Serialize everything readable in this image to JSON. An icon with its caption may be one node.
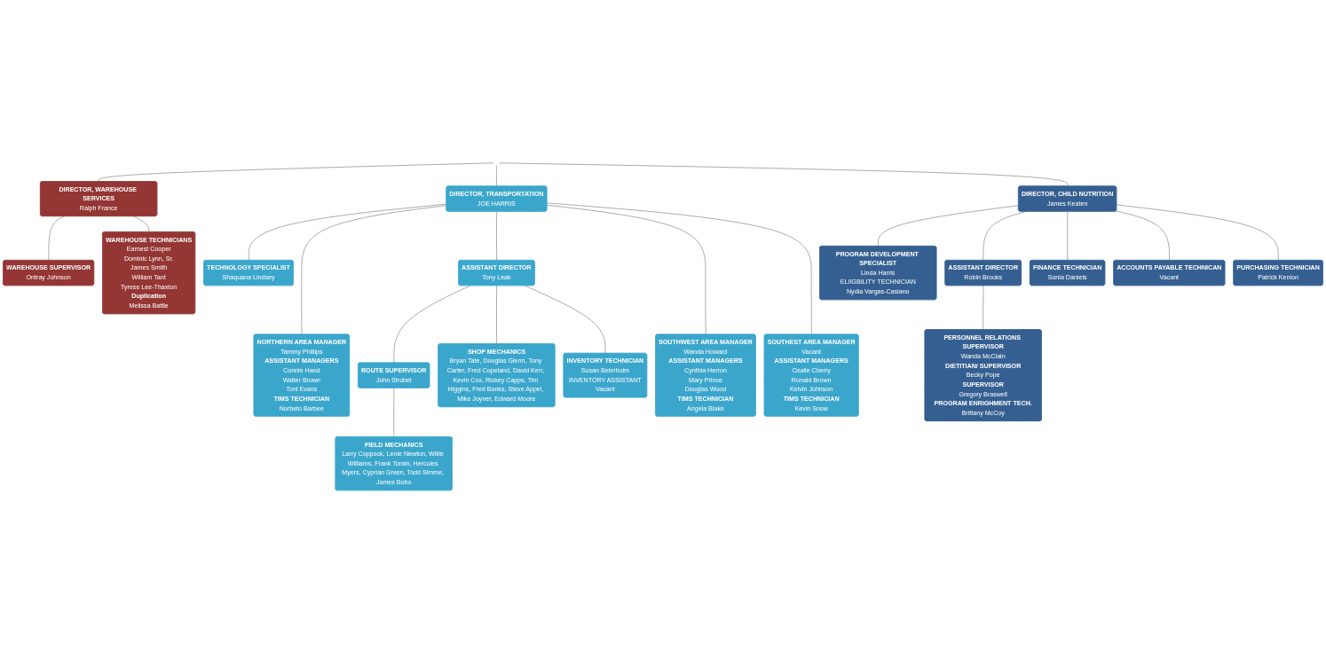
{
  "diagram": {
    "nodes": [
      {
        "text": [
          "DIRECTOR, WAREHOUSE SERVICES",
          "Ralph France"
        ]
      },
      {
        "text": [
          "WAREHOUSE SUPERVISOR",
          "Ontray Johnson"
        ]
      },
      {
        "text": [
          "WAREHOUSE TECHNICIANS",
          "Earnest Cooper",
          "Dominic Lynn, Sr.",
          "James Smith",
          "William Tant",
          "Tyrese Lee-Thaxton",
          "Duplication",
          "Melissa Battle"
        ]
      },
      {
        "text": [
          "DIRECTOR, TRANSPORTATION",
          "JOE HARRIS"
        ]
      },
      {
        "text": [
          "TECHNOLOGY SPECIALIST",
          "Shaquana Lindsey"
        ]
      },
      {
        "text": [
          "NORTHERN AREA MANAGER",
          "Tammy Phillips",
          "ASSISTANT MANAGERS",
          "Connie Hand",
          "Walter Brown",
          "Toni Evans",
          "TIMS TECHNICIAN",
          "Norbeto Barbee"
        ]
      },
      {
        "text": [
          "ASSISTANT DIRECTOR",
          "Tony Leak"
        ]
      },
      {
        "text": [
          "ROUTE SUPERVISOR",
          "John Strobel"
        ]
      },
      {
        "text": [
          "FIELD MECHANICS",
          "Larry Coppock, Lenie Newton, Willie Williams, Frank Torain, Hercules Myers, Cyprian Green, Todd Simme, James Bobo"
        ]
      },
      {
        "text": [
          "SHOP MECHANICS",
          "Bryan Tate, Douglas Glenn, Tony Carter, Fred Copeland, David Kerr, Kevin Cox, Rickey Capps, Tim Higgins, Fred Banks, Steve Appel, Mike Joyner, Edward Moore"
        ]
      },
      {
        "text": [
          "INVENTORY TECHNICIAN",
          "Susan Beierholm",
          "INVENTORY ASSISTANT",
          "Vacant"
        ]
      },
      {
        "text": [
          "SOUTHWEST AREA MANAGER",
          "Wanda Howard",
          "ASSISTANT MANAGERS",
          "Cynthia Herron",
          "Mary Prince",
          "Douglas Wood",
          "TIMS TECHNICIAN",
          "Angela Blake"
        ]
      },
      {
        "text": [
          "SOUTHEST AREA MANAGER",
          "Vacant",
          "ASSISTANT MANAGERS",
          "Ozalie Cherry",
          "Ronald Brown",
          "Kelvin Johnson",
          "TIMS TECHNICIAN",
          "Kevin Snow"
        ]
      },
      {
        "text": [
          "DIRECTOR, CHILD NUTRITION",
          "James Keaten"
        ]
      },
      {
        "text": [
          "PROGRAM DEVELOPMENT SPECIALIST",
          "Linda Harris",
          "ELIIGBILITY TECHNICIAN",
          "Nydia Vargas-Casiano"
        ]
      },
      {
        "text": [
          "ASSISTANT DIRECTOR",
          "Robin Brooks"
        ]
      },
      {
        "text": [
          "FINANCE TECHNICIAN",
          "Sonia Daniels"
        ]
      },
      {
        "text": [
          "ACCOUNTS PAYABLE TECHNICAN",
          "Vacant"
        ]
      },
      {
        "text": [
          "PURCHASING TECHNICIAN",
          "Patrick Kenion"
        ]
      },
      {
        "text": [
          "PERSONNEL RELATIONS SUPERVISOR",
          "Wanda McClain",
          "DIETITIAN/ SUPERVISOR",
          "Becky Pope",
          "SUPERVISOR",
          "Gregory Braswell",
          "PROGRAM ENRIGHMENT TECH.",
          "Brittany McCoy"
        ]
      }
    ],
    "edges": [
      {
        "from": null,
        "to": 0,
        "arrow": "none"
      },
      {
        "from": null,
        "to": 3,
        "arrow": "none"
      },
      {
        "from": null,
        "to": 13,
        "arrow": "none"
      },
      {
        "from": 0,
        "to": 1,
        "arrow": "none"
      },
      {
        "from": 0,
        "to": 2,
        "arrow": "none"
      },
      {
        "from": 3,
        "to": 4,
        "arrow": "none"
      },
      {
        "from": 3,
        "to": 5,
        "arrow": "none"
      },
      {
        "from": 3,
        "to": 6,
        "arrow": "none"
      },
      {
        "from": 6,
        "to": 7,
        "arrow": "none"
      },
      {
        "from": 7,
        "to": 8,
        "arrow": "none"
      },
      {
        "from": 6,
        "to": 9,
        "arrow": "none"
      },
      {
        "from": 6,
        "to": 10,
        "arrow": "none"
      },
      {
        "from": 3,
        "to": 11,
        "arrow": "none"
      },
      {
        "from": 3,
        "to": 12,
        "arrow": "none"
      },
      {
        "from": 13,
        "to": 14,
        "arrow": "none"
      },
      {
        "from": 13,
        "to": 15,
        "arrow": "none"
      },
      {
        "from": 13,
        "to": 16,
        "arrow": "none"
      },
      {
        "from": 13,
        "to": 17,
        "arrow": "none"
      },
      {
        "from": 13,
        "to": 18,
        "arrow": "none"
      },
      {
        "from": 15,
        "to": 19,
        "arrow": "none"
      }
    ]
  }
}
